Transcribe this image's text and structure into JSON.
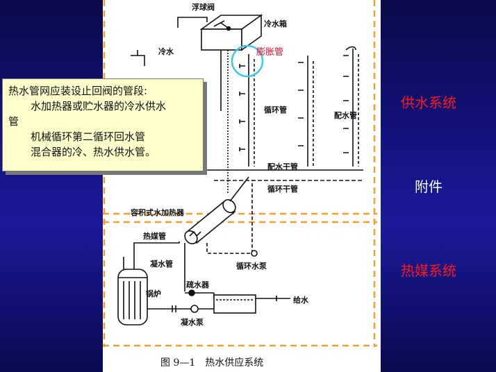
{
  "diagram": {
    "labels": {
      "float_valve": "浮球阀",
      "cold_tank": "冷水箱",
      "cold_water": "冷水",
      "expansion_pipe": "膨胀管",
      "circulation_pipe": "循环管",
      "distribution_pipe": "配水管",
      "distribution_main": "配水干管",
      "circulation_main": "循环干管",
      "heater": "容积式水加热器",
      "heat_medium_pipe": "热媒管",
      "condensate_pipe": "凝水管",
      "circulation_pump": "循环水泵",
      "trap": "疏水器",
      "boiler": "锅炉",
      "feed_water": "给水",
      "condensate_pump": "凝水泵"
    },
    "caption": "图 9—1　热水供应系统"
  },
  "note": {
    "title": "热水管网应装设止回阀的管段:",
    "line1": "水加热器或贮水器的冷水供水",
    "line1_cont": "管",
    "line2": "机械循环第二循环回水管",
    "line3": "混合器的冷、热水供水管。"
  },
  "sections": {
    "supply": "供水系统",
    "accessories": "附件",
    "heat_medium": "热媒系统"
  },
  "colors": {
    "section_red": "#ff1a1a",
    "section_white": "#ffffff",
    "dash_orange": "#f0a030",
    "highlight_cyan": "#40c8e0"
  }
}
